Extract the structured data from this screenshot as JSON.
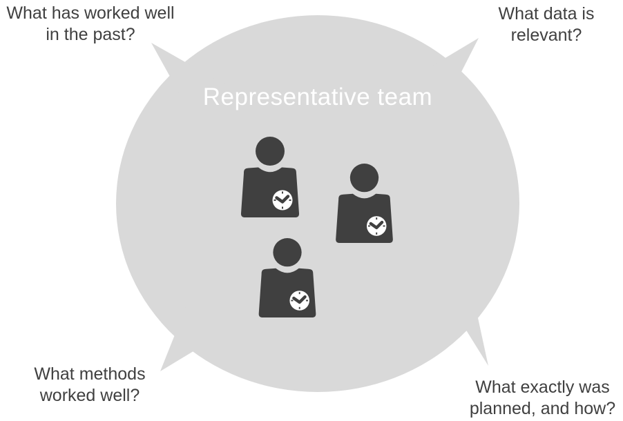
{
  "diagram": {
    "title": "Representative team",
    "team_member_icon_count": 3,
    "colors": {
      "bubble_fill": "#d9d9d9",
      "person_fill": "#404040",
      "label_text": "#404040",
      "title_text": "#ffffff",
      "clock_face": "#ffffff",
      "clock_marks": "#404040"
    },
    "callouts": {
      "top_left": {
        "line1": "What has worked well",
        "line2": "in the past?"
      },
      "top_right": {
        "line1": "What data is",
        "line2": "relevant?"
      },
      "bottom_left": {
        "line1": "What methods",
        "line2": "worked well?"
      },
      "bottom_right": {
        "line1": "What exactly was",
        "line2": "planned, and how?"
      }
    }
  }
}
